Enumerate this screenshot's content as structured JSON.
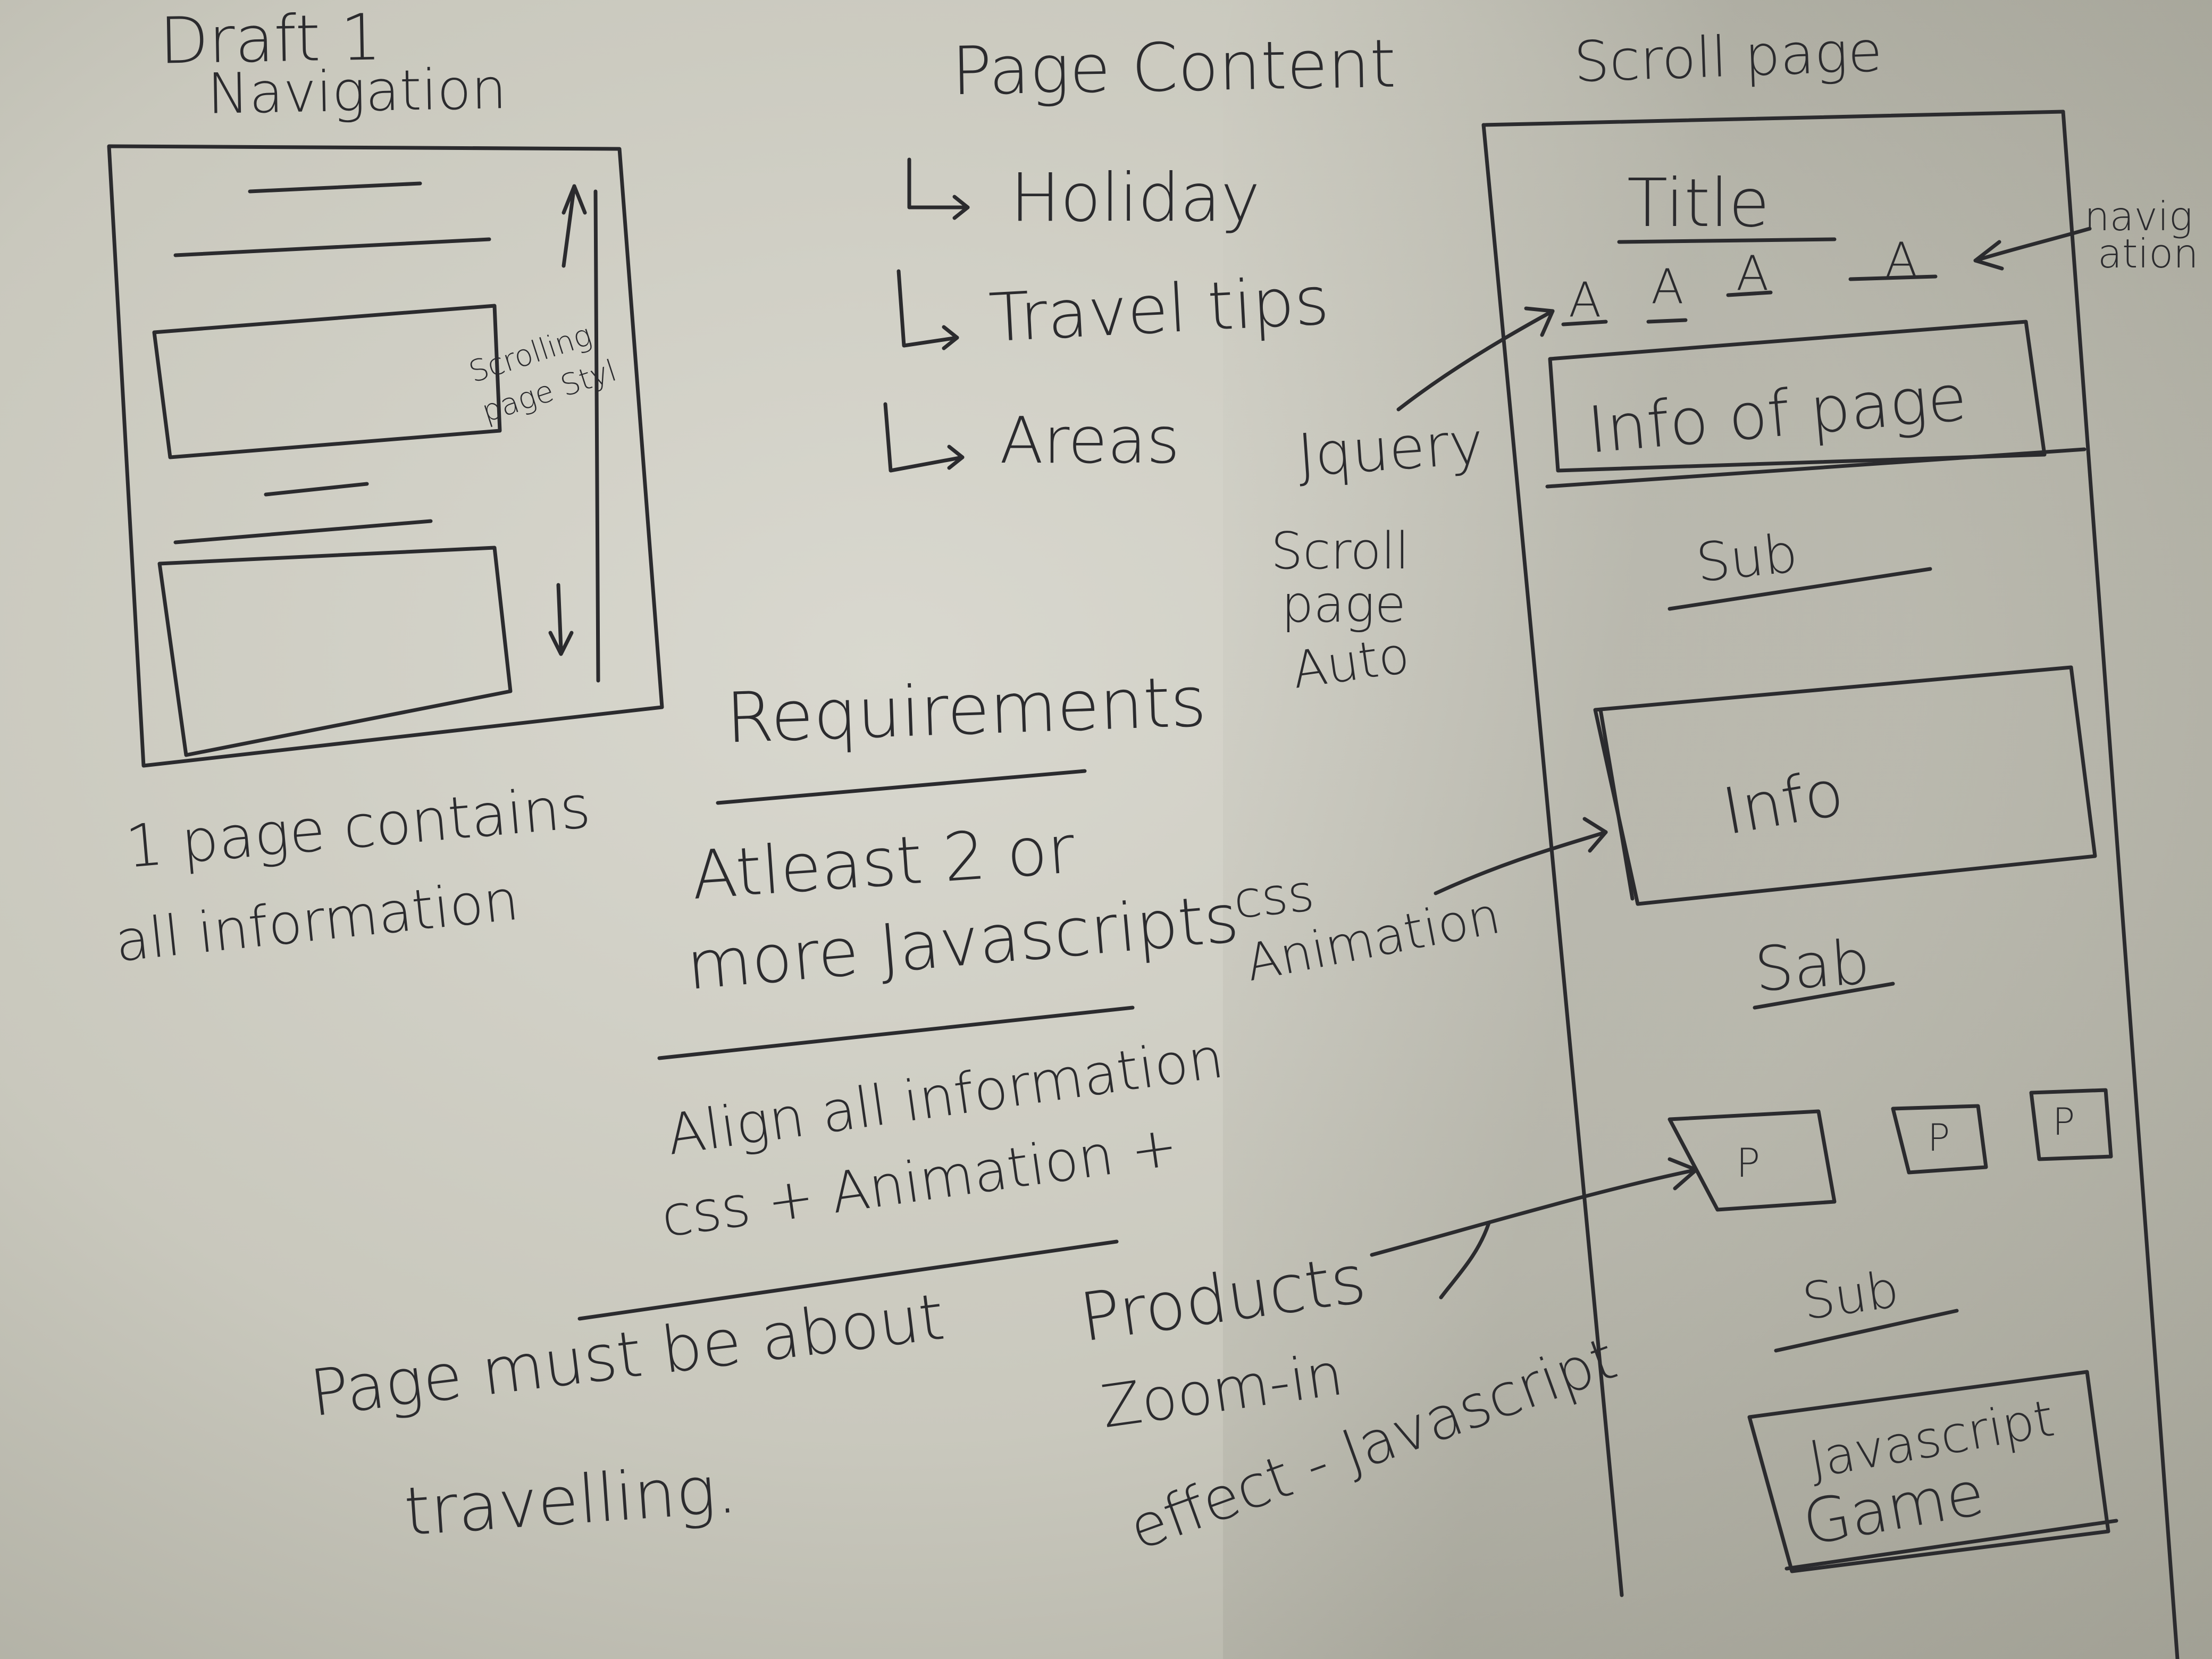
{
  "draft": {
    "title": "Draft 1",
    "subtitle": "Navigation",
    "scroll_note": "Scrolling page Styl",
    "caption_line1": "1 page contains",
    "caption_line2": "all information"
  },
  "page_content": {
    "heading": "Page Content",
    "items": [
      "Holiday",
      "Travel tips",
      "Areas"
    ]
  },
  "requirements": {
    "heading": "Requirements",
    "item1_line1": "Atleast 2 or",
    "item1_line2": "more Javascripts",
    "item2_line1": "Align all information",
    "item2_line2": "css + Animation +",
    "item3_line1": "Page must be about",
    "item3_line2": "travelling."
  },
  "annotations": {
    "jquery": "Jquery",
    "scroll_auto_1": "Scroll",
    "scroll_auto_2": "page",
    "scroll_auto_3": "Auto",
    "css_anim_1": "css",
    "css_anim_2": "Animation",
    "products": "Products",
    "zoom_1": "Zoom-in",
    "zoom_2": "effect - Javascript",
    "navigation_1": "navig",
    "navigation_2": "ation"
  },
  "scroll_page": {
    "heading": "Scroll page",
    "title": "Title",
    "nav_items": [
      "A",
      "A",
      "A",
      "A"
    ],
    "info_of_page": "Info of page",
    "sub_1": "Sub",
    "info": "Info",
    "sub_2": "Sab",
    "products": [
      "P",
      "P",
      "P"
    ],
    "sub_3": "Sub",
    "game_line1": "Javascript",
    "game_line2": "Game"
  }
}
